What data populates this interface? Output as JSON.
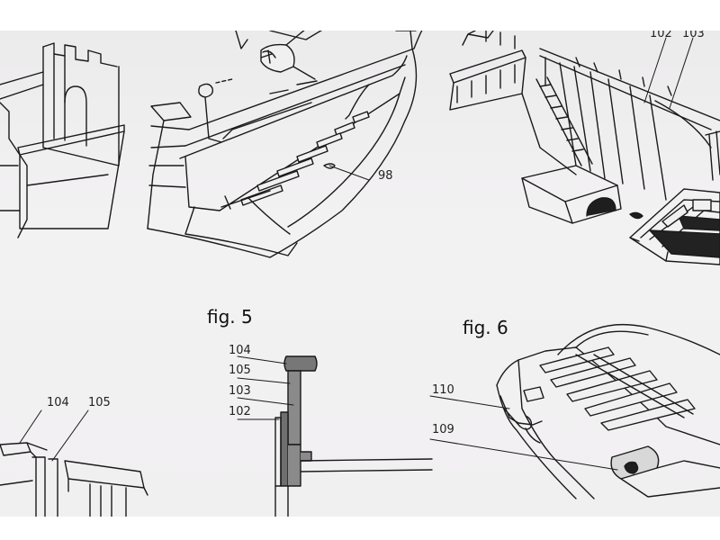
{
  "figures": {
    "fig5": "fig. 5",
    "fig6": "fig. 6"
  },
  "callouts": {
    "top_98": "98",
    "top_102": "102",
    "top_103": "103",
    "fig5_104": "104",
    "fig5_105": "105",
    "fig5_103": "103",
    "fig5_102": "102",
    "bottom_104": "104",
    "bottom_105": "105",
    "fig6_110": "110",
    "fig6_109": "109"
  },
  "colors": {
    "ink": "#1a1a1a",
    "paper": "#f1f0f1",
    "fill_dark": "#2a2a2a"
  }
}
